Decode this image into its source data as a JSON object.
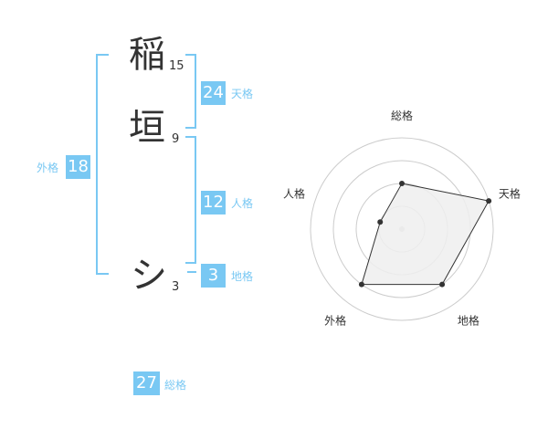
{
  "name": {
    "chars": [
      {
        "char": "稲",
        "strokes": "15"
      },
      {
        "char": "垣",
        "strokes": "9"
      },
      {
        "char": "シ",
        "strokes": "3"
      }
    ]
  },
  "fortune": {
    "tenkaku": {
      "value": "24",
      "label": "天格"
    },
    "jinkaku": {
      "value": "12",
      "label": "人格"
    },
    "chikaku": {
      "value": "3",
      "label": "地格"
    },
    "gaikaku": {
      "value": "18",
      "label": "外格"
    },
    "soukaku": {
      "value": "27",
      "label": "総格"
    }
  },
  "colors": {
    "accent": "#79c8f3",
    "text": "#333333",
    "radar_fill": "#eeeeee",
    "radar_grid": "#cccccc"
  },
  "chart_data": {
    "type": "radar",
    "axes": [
      "総格",
      "天格",
      "地格",
      "外格",
      "人格"
    ],
    "values": [
      2,
      4,
      3,
      3,
      1
    ],
    "max": 4,
    "rings": 4
  }
}
